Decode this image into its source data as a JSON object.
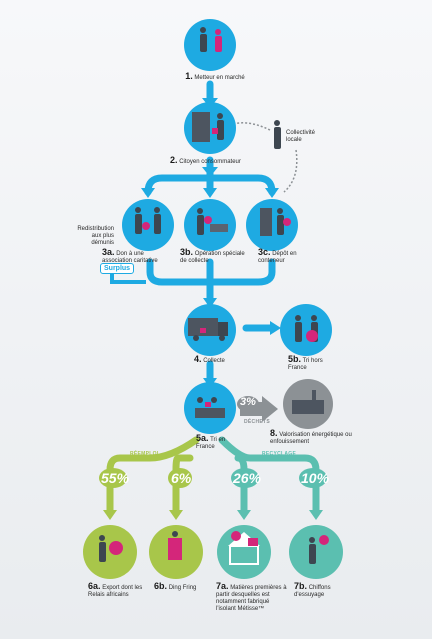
{
  "colors": {
    "blue": "#1eaae2",
    "green": "#a8c64a",
    "teal": "#5bbfb0",
    "grey": "#8c9195",
    "dark": "#3d4650",
    "pink": "#d4267a"
  },
  "nodes": {
    "n1": {
      "num": "1.",
      "text": "Metteur en marché"
    },
    "n2": {
      "num": "2.",
      "text": "Citoyen consommateur"
    },
    "n3a": {
      "num": "3a.",
      "text": "Don à une association caritative"
    },
    "n3b": {
      "num": "3b.",
      "text": "Opération spéciale de collecte"
    },
    "n3c": {
      "num": "3c.",
      "text": "Dépôt en conteneur"
    },
    "n4": {
      "num": "4.",
      "text": "Collecte"
    },
    "n5a": {
      "num": "5a.",
      "text": "Tri en France"
    },
    "n5b": {
      "num": "5b.",
      "text": "Tri hors France"
    },
    "n6a": {
      "num": "6a.",
      "text": "Export dont les Relais africains"
    },
    "n6b": {
      "num": "6b.",
      "text": "Ding Fring"
    },
    "n7a": {
      "num": "7a.",
      "text": "Matières premières à partir desquelles est notamment fabriqué l'isolant Métisse™"
    },
    "n7b": {
      "num": "7b.",
      "text": "Chiffons d'essuyage"
    },
    "n8": {
      "num": "8.",
      "text": "Valorisation énergétique ou enfouissement"
    }
  },
  "side_labels": {
    "collectivite": "Collectivité locale",
    "redistribution": "Redistribution aux plus démunis",
    "surplus": "Surplus",
    "dechets": "DÉCHETS",
    "reemploi": "RÉEMPLOI",
    "recyclage": "RECYCLAGE"
  },
  "percentages": {
    "dechets": "3%",
    "export": "55%",
    "dingfring": "6%",
    "matieres": "26%",
    "chiffons": "10%"
  }
}
